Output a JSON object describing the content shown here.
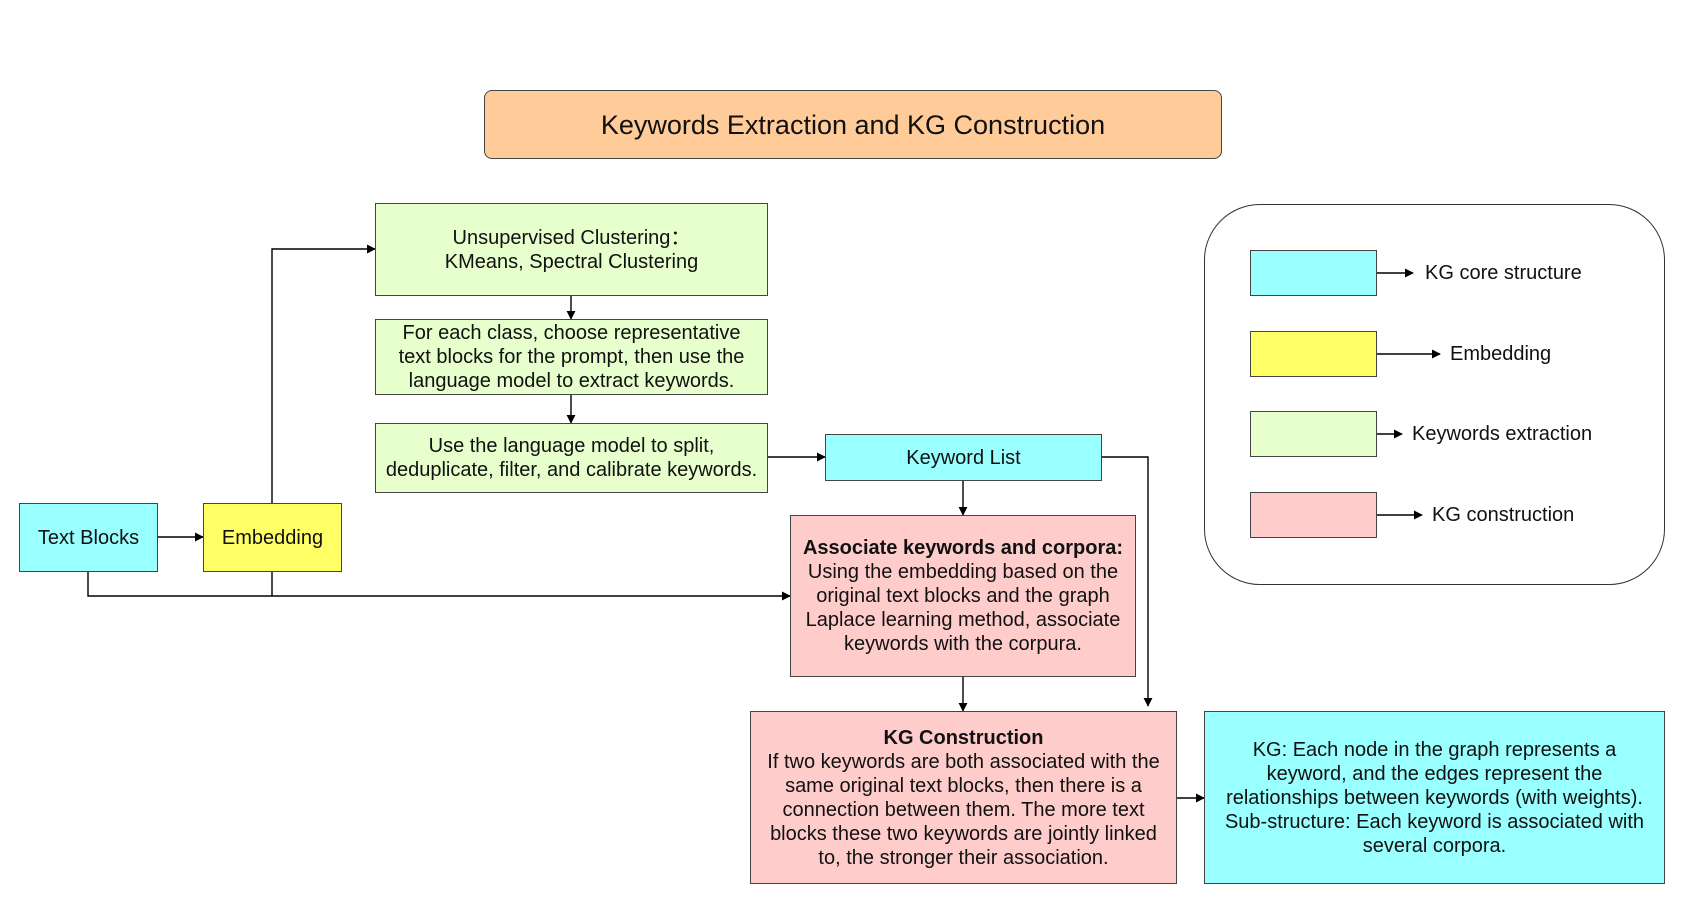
{
  "colors": {
    "title": "#FFCC99",
    "cyan": "#99FFFF",
    "yellow": "#FFFF66",
    "green": "#E6FFCC",
    "pink": "#FFCCCC",
    "line": "#000000"
  },
  "title": "Keywords Extraction and KG Construction",
  "nodes": {
    "text_blocks": "Text Blocks",
    "embedding": "Embedding",
    "clustering": [
      "Unsupervised Clustering：",
      "KMeans, Spectral Clustering"
    ],
    "representative": [
      "For each class, choose representative",
      "text blocks for the prompt, then use the",
      "language model to extract keywords."
    ],
    "calibrate": [
      "Use the language model to split,",
      "deduplicate, filter, and calibrate keywords."
    ],
    "keyword_list": "Keyword List",
    "associate": {
      "heading": "Associate keywords and corpora:",
      "lines": [
        "Using the embedding based on the",
        "original text blocks and the graph",
        "Laplace learning method, associate",
        "keywords with the corpura."
      ]
    },
    "kg_construction": {
      "heading": "KG Construction",
      "lines": [
        "If two keywords are both associated with the",
        "same original text blocks, then there is a",
        "connection between them. The more text",
        "blocks these two keywords are jointly linked",
        "to, the stronger their association."
      ]
    },
    "kg_output": [
      "KG: Each node in the graph represents a",
      "keyword, and the edges represent the",
      "relationships between keywords (with weights).",
      "Sub-structure: Each keyword is associated with",
      "several corpora."
    ]
  },
  "legend": [
    {
      "label": "KG core structure",
      "color": "#99FFFF"
    },
    {
      "label": "Embedding",
      "color": "#FFFF66"
    },
    {
      "label": "Keywords extraction",
      "color": "#E6FFCC"
    },
    {
      "label": "KG construction",
      "color": "#FFCCCC"
    }
  ]
}
